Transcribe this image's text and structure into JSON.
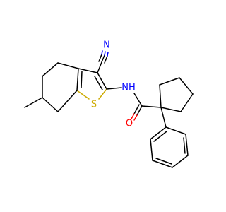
{
  "atoms": {
    "nitrogen_nitrile": {
      "text": "N",
      "color": "#0000ff"
    },
    "nitrogen_amide": {
      "text": "NH",
      "color": "#0000ff"
    },
    "sulfur": {
      "text": "S",
      "color": "#ccaa00"
    },
    "oxygen": {
      "text": "O",
      "color": "#ff0000"
    }
  }
}
